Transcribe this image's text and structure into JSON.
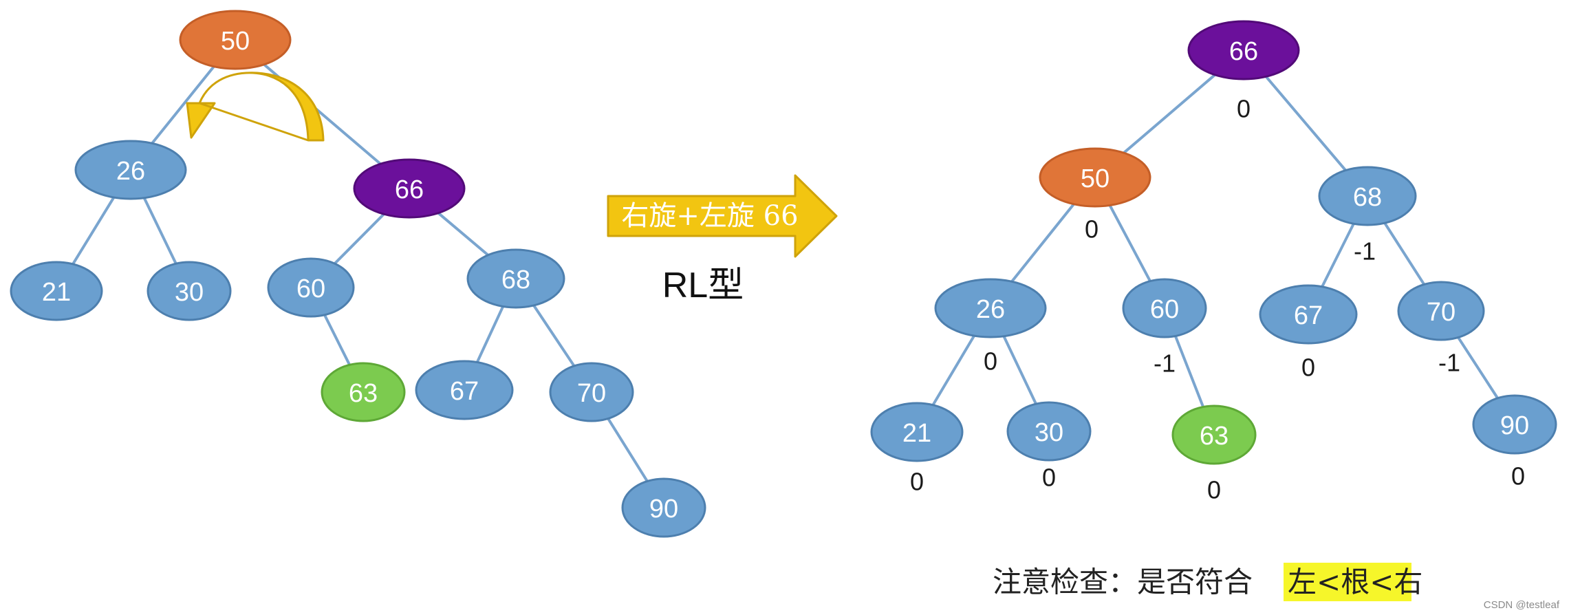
{
  "colors": {
    "blue": "#6a9fcf",
    "blue_stroke": "#4d7fae",
    "orange": "#e07538",
    "orange_stroke": "#c45e27",
    "purple": "#6b109b",
    "purple_stroke": "#520a78",
    "green": "#7ccb4f",
    "green_stroke": "#5ea836",
    "edge": "#7aa5cf",
    "arrow_fill": "#f2c511",
    "arrow_stroke": "#cfa30a",
    "highlight": "#f6f62a"
  },
  "before_tree": {
    "nodes": [
      {
        "id": "b50",
        "label": "50",
        "color": "orange"
      },
      {
        "id": "b26",
        "label": "26",
        "color": "blue"
      },
      {
        "id": "b66",
        "label": "66",
        "color": "purple"
      },
      {
        "id": "b21",
        "label": "21",
        "color": "blue"
      },
      {
        "id": "b30",
        "label": "30",
        "color": "blue"
      },
      {
        "id": "b60",
        "label": "60",
        "color": "blue"
      },
      {
        "id": "b68",
        "label": "68",
        "color": "blue"
      },
      {
        "id": "b63",
        "label": "63",
        "color": "green"
      },
      {
        "id": "b67",
        "label": "67",
        "color": "blue"
      },
      {
        "id": "b70",
        "label": "70",
        "color": "blue"
      },
      {
        "id": "b90",
        "label": "90",
        "color": "blue"
      }
    ],
    "edges": [
      [
        "b50",
        "b26"
      ],
      [
        "b50",
        "b66"
      ],
      [
        "b26",
        "b21"
      ],
      [
        "b26",
        "b30"
      ],
      [
        "b66",
        "b60"
      ],
      [
        "b66",
        "b68"
      ],
      [
        "b60",
        "b63"
      ],
      [
        "b68",
        "b67"
      ],
      [
        "b68",
        "b70"
      ],
      [
        "b70",
        "b90"
      ]
    ]
  },
  "transition": {
    "arrow_label": "右旋+左旋 66",
    "type_label": "RL型"
  },
  "after_tree": {
    "nodes": [
      {
        "id": "a66",
        "label": "66",
        "color": "purple",
        "balance": "0"
      },
      {
        "id": "a50",
        "label": "50",
        "color": "orange",
        "balance": "0"
      },
      {
        "id": "a68",
        "label": "68",
        "color": "blue",
        "balance": "-1"
      },
      {
        "id": "a26",
        "label": "26",
        "color": "blue",
        "balance": "0"
      },
      {
        "id": "a60",
        "label": "60",
        "color": "blue",
        "balance": "-1"
      },
      {
        "id": "a67",
        "label": "67",
        "color": "blue",
        "balance": "0"
      },
      {
        "id": "a70",
        "label": "70",
        "color": "blue",
        "balance": "-1"
      },
      {
        "id": "a21",
        "label": "21",
        "color": "blue",
        "balance": "0"
      },
      {
        "id": "a30",
        "label": "30",
        "color": "blue",
        "balance": "0"
      },
      {
        "id": "a63",
        "label": "63",
        "color": "green",
        "balance": "0"
      },
      {
        "id": "a90",
        "label": "90",
        "color": "blue",
        "balance": "0"
      }
    ],
    "edges": [
      [
        "a66",
        "a50"
      ],
      [
        "a66",
        "a68"
      ],
      [
        "a50",
        "a26"
      ],
      [
        "a50",
        "a60"
      ],
      [
        "a68",
        "a67"
      ],
      [
        "a68",
        "a70"
      ],
      [
        "a26",
        "a21"
      ],
      [
        "a26",
        "a30"
      ],
      [
        "a60",
        "a63"
      ],
      [
        "a70",
        "a90"
      ]
    ]
  },
  "note": {
    "prefix": "注意检查：是否符合",
    "highlight": "左<根<右"
  },
  "credit": "CSDN @testleaf"
}
